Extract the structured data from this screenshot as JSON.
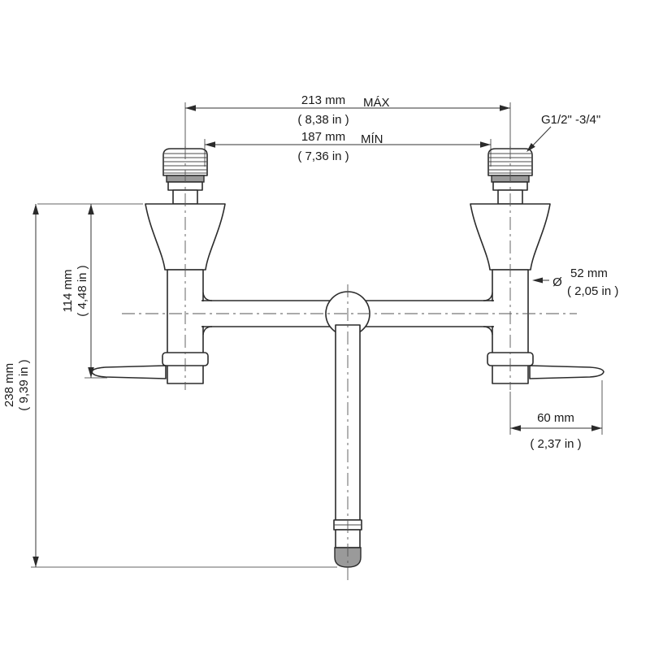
{
  "page": {
    "background": "#ffffff"
  },
  "drawing": {
    "type": "technical-dimension-drawing",
    "subject": "wall-mounted two-handle mixer faucet, front elevation",
    "line_color": "#2b2b2b",
    "text_color": "#1a1a1a",
    "dims": {
      "max": {
        "value": "213 mm",
        "inches": "( 8,38 in )",
        "suffix": "MÁX"
      },
      "min": {
        "value": "187 mm",
        "inches": "( 7,36 in )",
        "suffix": "MÍN"
      },
      "thread": {
        "label": "G1/2\" -3/4\""
      },
      "diameter": {
        "symbol": "Ø",
        "value": "52 mm",
        "inches": "( 2,05 in )"
      },
      "height_body": {
        "value": "114 mm",
        "inches": "( 4,48 in )"
      },
      "height_total": {
        "value": "238 mm",
        "inches": "( 9,39 in )"
      },
      "handle": {
        "value": "60 mm",
        "inches": "( 2,37 in )"
      }
    }
  }
}
